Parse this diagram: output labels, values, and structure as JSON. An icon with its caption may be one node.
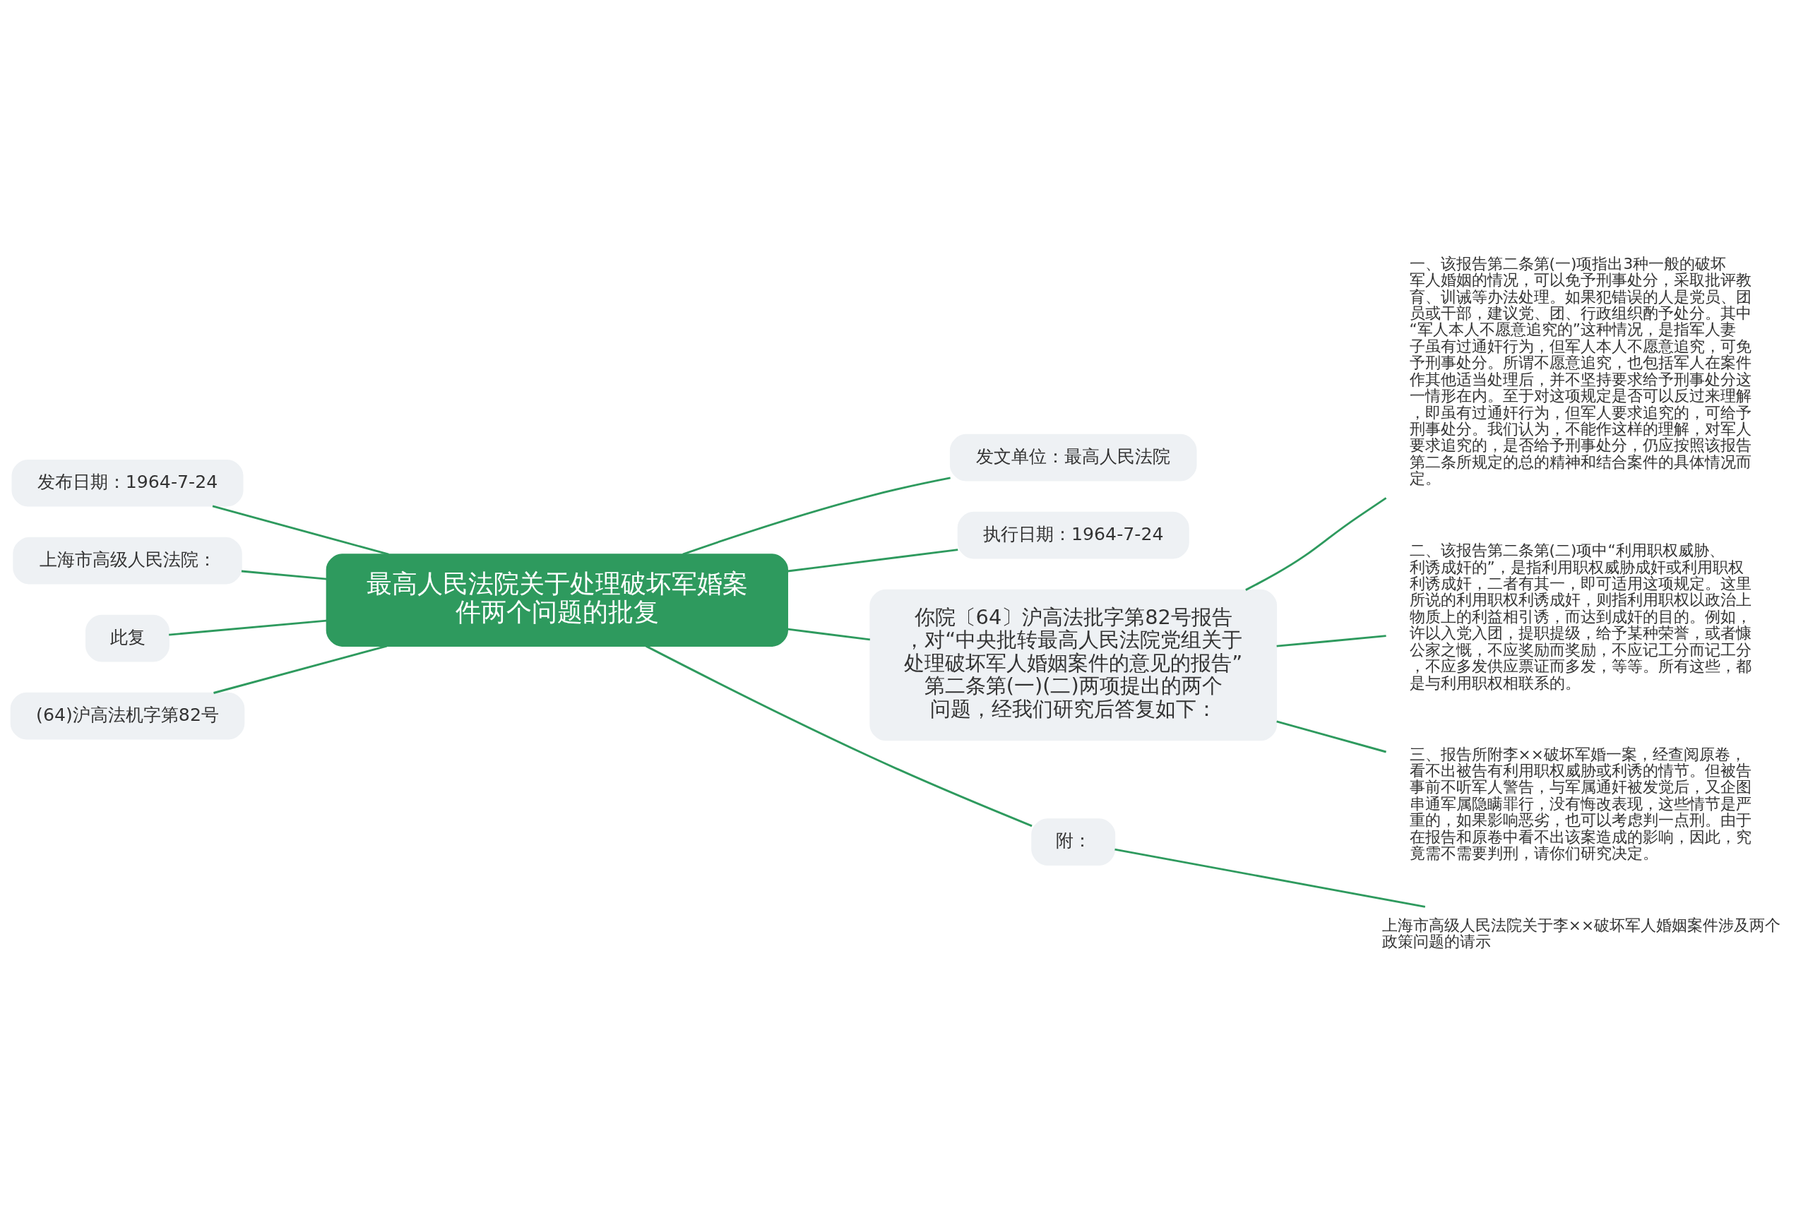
{
  "diagram": {
    "nodes": [
      {
        "text": [
          "最高人民法院关于处理破坏军婚案件两个问题的批复"
        ]
      },
      {
        "text": [
          "发文单位：最高人民法院"
        ]
      },
      {
        "text": [
          "执行日期：1964-7-24"
        ]
      },
      {
        "text": [
          "发布日期：1964-7-24"
        ]
      },
      {
        "text": [
          "上海市高级人民法院："
        ]
      },
      {
        "text": [
          "此复"
        ]
      },
      {
        "text": [
          "(64)沪高法机字第82号"
        ]
      },
      {
        "text": [
          "你院〔64〕沪高法批字第82号报告，对“中央批转最高人民法院党组关于处理破坏军人婚姻案件的意见的报告”第二条第(一)(二)两项提出的两个问题，经我们研究后答复如下："
        ]
      },
      {
        "text": [
          "一、该报告第二条第(一)项指出3种一般的破坏军人婚姻的情况，可以免予刑事处分，采取批评教育、训诫等办法处理。如果犯错误的人是党员、团员或干部，建议党、团、行政组织酌予处分。其中“军人本人不愿意追究的”这种情况，是指军人妻子虽有过通奸行为，但军人本人不愿意追究，可免予刑事处分。所谓不愿意追究，也包括军人在案件作其他适当处理后，并不坚持要求给予刑事处分这一情形在内。至于对这项规定是否可以反过来理解，即虽有过通奸行为，但军人要求追究的，可给予刑事处分。我们认为，不能作这样的理解，对军人要求追究的，是否给予刑事处分，仍应按照该报告第二条所规定的总的精神和结合案件的具体情况而定。"
        ]
      },
      {
        "text": [
          "二、该报告第二条第(二)项中“利用职权威胁、利诱成奸的”，是指利用职权威胁成奸或利用职权利诱成奸，二者有其一，即可适用这项规定。这里所说的利用职权利诱成奸，则指利用职权以政治上物质上的利益相引诱，而达到成奸的目的。例如，许以入党入团，提职提级，给予某种荣誉，或者慷公家之慨，不应奖励而奖励，不应记工分而记工分，不应多发供应票证而多发，等等。所有这些，都是与利用职权相联系的。"
        ]
      },
      {
        "text": [
          "三、报告所附李××破坏军婚一案，经查阅原卷，看不出被告有利用职权威胁或利诱的情节。但被告事前不听军人警告，与军属通奸被发觉后，又企图串通军属隐瞒罪行，没有悔改表现，这些情节是严重的，如果影响恶劣，也可以考虑判一点刑。由于在报告和原卷中看不出该案造成的影响，因此，究竟需不需要判刑，请你们研究决定。"
        ]
      },
      {
        "text": [
          "附："
        ]
      },
      {
        "text": [
          "上海市高级人民法院关于李××破坏军人婚姻案件涉及两个政策问题的请示"
        ]
      }
    ],
    "edges": [
      {
        "from": 0,
        "to": 1,
        "arrow": "none"
      },
      {
        "from": 0,
        "to": 2,
        "arrow": "none"
      },
      {
        "from": 0,
        "to": 3,
        "arrow": "none"
      },
      {
        "from": 0,
        "to": 4,
        "arrow": "none"
      },
      {
        "from": 0,
        "to": 5,
        "arrow": "none"
      },
      {
        "from": 0,
        "to": 6,
        "arrow": "none"
      },
      {
        "from": 0,
        "to": 7,
        "arrow": "none"
      },
      {
        "from": 7,
        "to": 8,
        "arrow": "none"
      },
      {
        "from": 7,
        "to": 9,
        "arrow": "none"
      },
      {
        "from": 7,
        "to": 10,
        "arrow": "none"
      },
      {
        "from": 0,
        "to": 11,
        "arrow": "none"
      },
      {
        "from": 11,
        "to": 12,
        "arrow": "none"
      }
    ]
  }
}
